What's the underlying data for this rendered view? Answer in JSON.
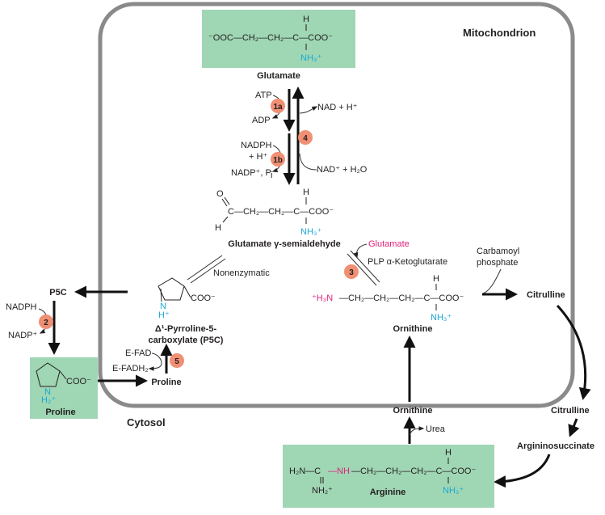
{
  "regions": {
    "mitochondrion": "Mitochondrion",
    "cytosol": "Cytosol"
  },
  "colors": {
    "highlight_box": "#9fd6b4",
    "step_badge": "#f08f73",
    "amino_group": "#1aa9d6",
    "guanidino": "#e2227a",
    "membrane": "#8a8a8a"
  },
  "molecules": {
    "glutamate": {
      "formula_left": "⁻OOC—CH₂—CH₂—C—COO⁻",
      "h": "H",
      "nh3": "NH₃⁺",
      "name": "Glutamate"
    },
    "gsa": {
      "o": "O",
      "chain": "C—CH₂—CH₂—C—COO⁻",
      "h_left": "H",
      "h_top": "H",
      "nh3": "NH₃⁺",
      "name": "Glutamate γ-semialdehyde"
    },
    "p5c_ring": {
      "n": "N",
      "h": "H⁺",
      "coo": "COO⁻",
      "name_line1": "Δ¹-Pyrroline-5-",
      "name_line2": "carboxylate (P5C)"
    },
    "proline_mito": {
      "name": "Proline"
    },
    "proline_cyto": {
      "n": "N",
      "h2": "H₂⁺",
      "coo": "COO⁻",
      "name": "Proline"
    },
    "ornithine": {
      "left": "⁺H₃N",
      "chain": "—CH₂—CH₂—CH₂—C—COO⁻",
      "h": "H",
      "nh3": "NH₃⁺",
      "name": "Ornithine"
    },
    "arginine": {
      "h2n": "H₂N—C",
      "nh": "—NH",
      "chain": "—CH₂—CH₂—CH₂—C—COO⁻",
      "nh2": "NH₂⁺",
      "h": "H",
      "nh3": "NH₃⁺",
      "name": "Arginine"
    },
    "p5c_cyto": "P5C",
    "citrulline_mito": "Citrulline",
    "citrulline_cyto": "Citrulline",
    "argininosuccinate": "Argininosuccinate",
    "ornithine_cyto": "Ornithine"
  },
  "reagents": {
    "atp": "ATP",
    "adp": "ADP",
    "nadph": "NADPH",
    "h_plus": "+ H⁺",
    "nadp_pi": "NADP⁺, P",
    "pi_sub": "i",
    "nad_h": "NAD + H⁺",
    "nad_h2o": "NAD⁺ + H₂O",
    "nonenzymatic": "Nonenzymatic",
    "glutamate_in": "Glutamate",
    "plp_akg": "PLP  α-Ketoglutarate",
    "carbamoyl_1": "Carbamoyl",
    "carbamoyl_2": "phosphate",
    "efad": "E-FAD",
    "efadh2": "E-FADH₂",
    "cyto_nadph": "NADPH",
    "cyto_nadp": "NADP⁺",
    "urea": "Urea"
  },
  "steps": {
    "s1a": "1a",
    "s1b": "1b",
    "s2": "2",
    "s3": "3",
    "s4": "4",
    "s5": "5"
  }
}
